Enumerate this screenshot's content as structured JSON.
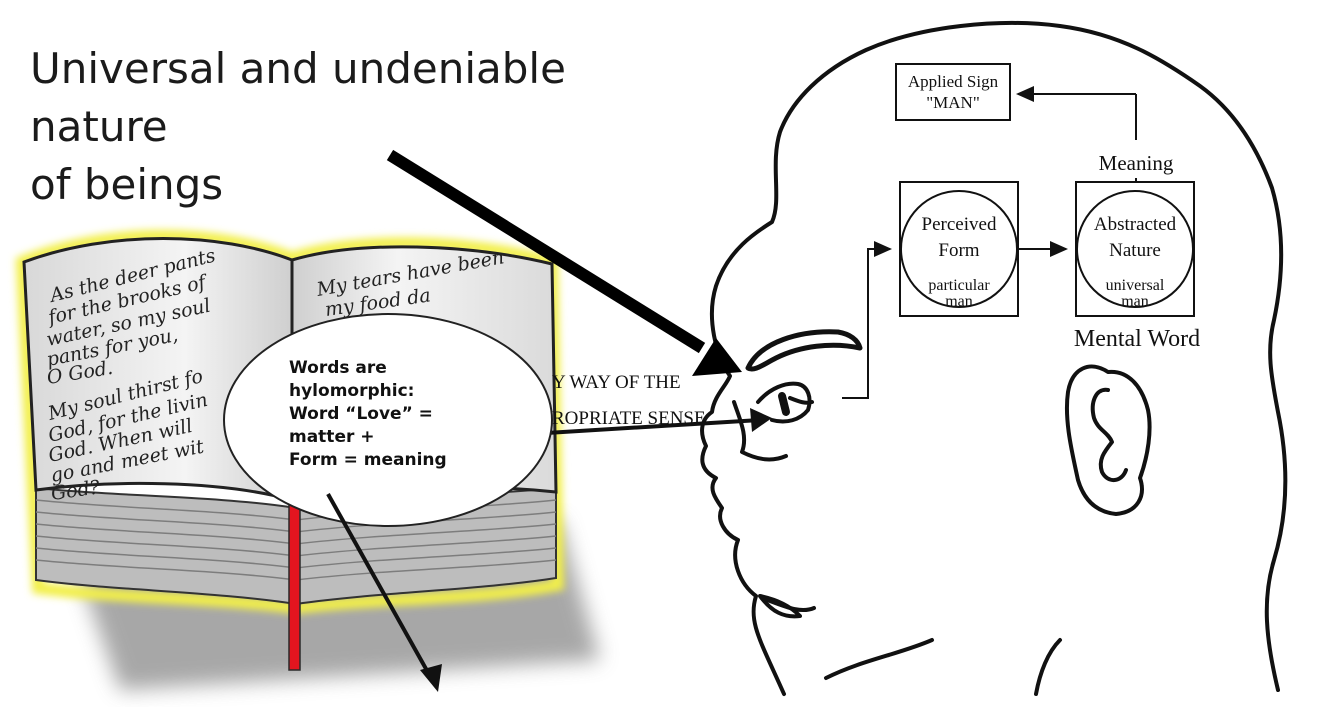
{
  "caption": {
    "line1": "Universal and undeniable nature",
    "line2": "of beings"
  },
  "bubble": {
    "lines": [
      "Words are",
      "hylomorphic:",
      "Word “Love” =",
      "matter +",
      "Form = meaning"
    ]
  },
  "book": {
    "left_page_lines": [
      "As the deer pants",
      "for the brooks of",
      "water, so my soul",
      "pants for you,",
      "O God.",
      "My soul thirst fo",
      "God, for the livin",
      "God. When will",
      "go and meet wit",
      "God?"
    ],
    "right_page_lines": [
      "My tears have been",
      "my food da"
    ]
  },
  "arrow_label": {
    "line1": "Y WAY OF THE",
    "line2": "ROPRIATE SENSE"
  },
  "diagram": {
    "applied_sign_line1": "Applied Sign",
    "applied_sign_line2": "\"MAN\"",
    "meaning": "Meaning",
    "perceived_line1": "Perceived",
    "perceived_line2": "Form",
    "perceived_line3": "particular",
    "perceived_line4": "man",
    "abstracted_line1": "Abstracted",
    "abstracted_line2": "Nature",
    "abstracted_line3": "universal",
    "abstracted_line4": "man",
    "mental_word": "Mental Word"
  },
  "colors": {
    "book_glow": "#f2ef4a",
    "ribbon": "#e3151f",
    "ink": "#111111"
  }
}
